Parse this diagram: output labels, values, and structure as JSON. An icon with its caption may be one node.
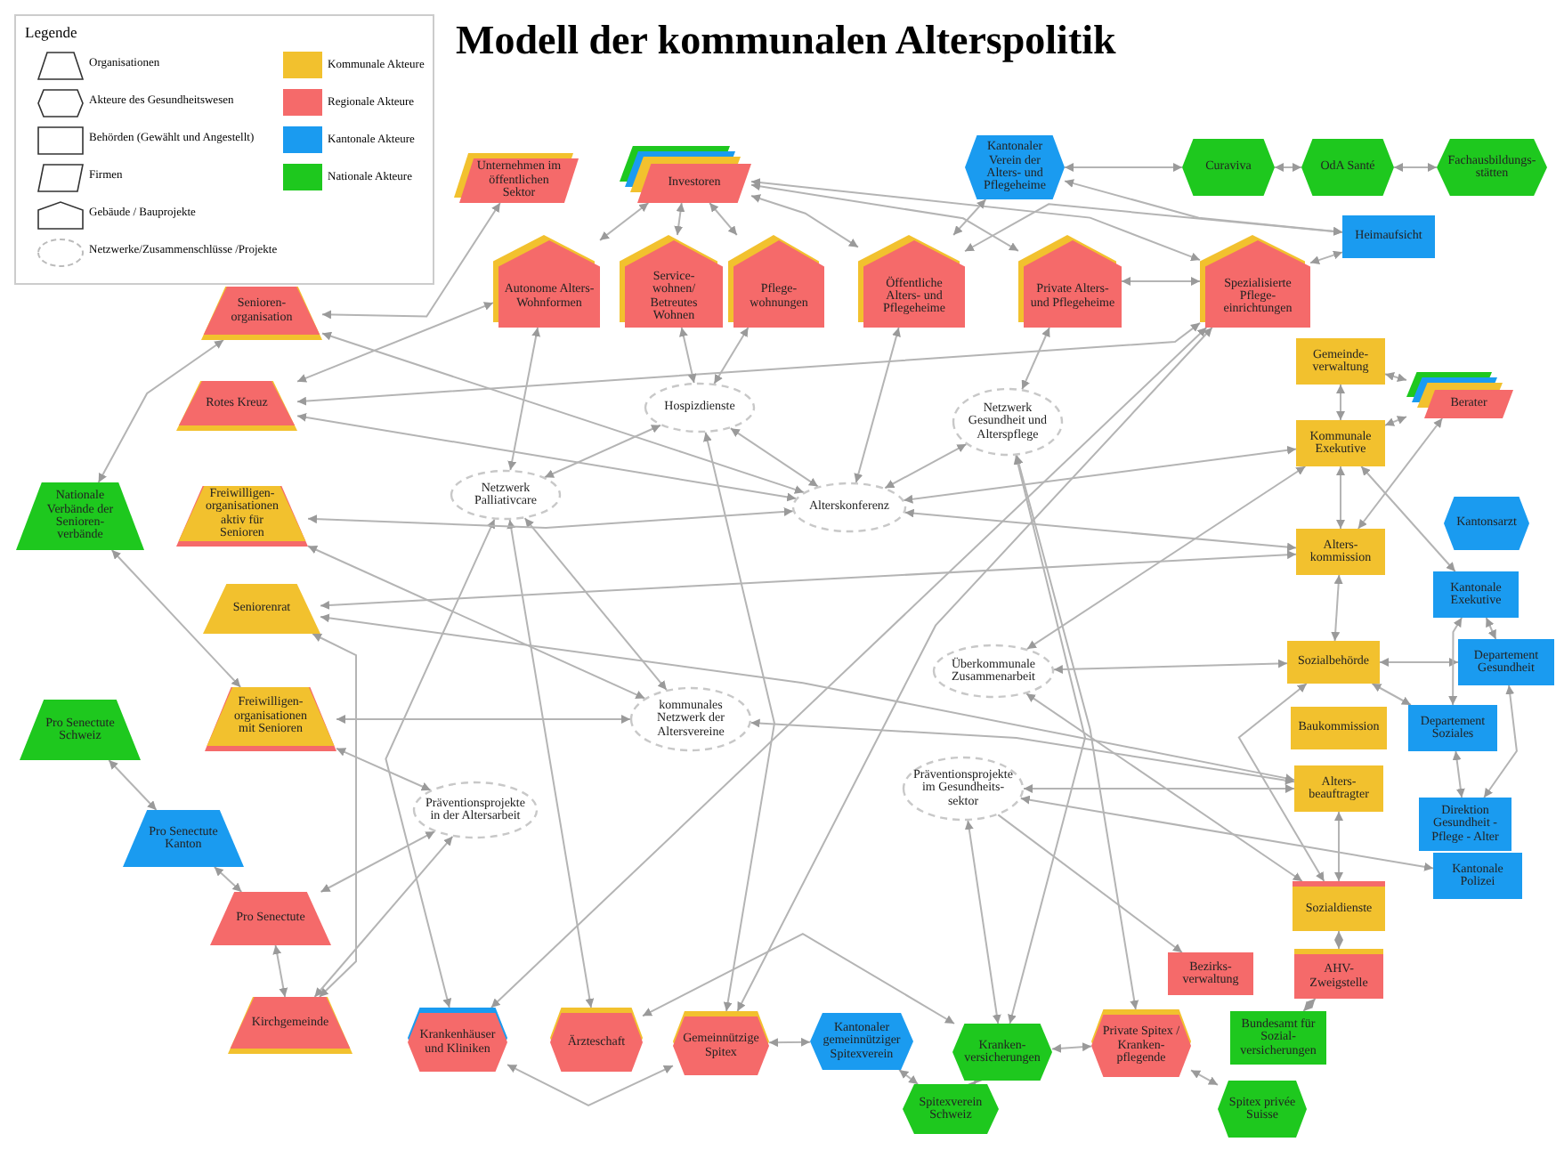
{
  "diagram": {
    "title": "Modell der kommunalen Alterspolitik",
    "nodes": [
      {
        "text": [
          "Unternehmen im öffentlichen Sektor"
        ]
      },
      {
        "text": [
          "Investoren"
        ]
      },
      {
        "text": [
          "Kantonaler Verein der Alters- und Pflegeheime"
        ]
      },
      {
        "text": [
          "Curaviva"
        ]
      },
      {
        "text": [
          "OdA Santé"
        ]
      },
      {
        "text": [
          "Fachausbildungs- stätten"
        ]
      },
      {
        "text": [
          "Heimaufsicht"
        ]
      },
      {
        "text": [
          "Autonome Alters- Wohnformen"
        ]
      },
      {
        "text": [
          "Service- wohnen/ Betreutes Wohnen"
        ]
      },
      {
        "text": [
          "Pflege- wohnungen"
        ]
      },
      {
        "text": [
          "Öffentliche Alters- und Pflegeheime"
        ]
      },
      {
        "text": [
          "Private Alters- und Pflegeheime"
        ]
      },
      {
        "text": [
          "Spezialisierte Pflege- einrichtungen"
        ]
      },
      {
        "text": [
          "Senioren- organisation"
        ]
      },
      {
        "text": [
          "Rotes Kreuz"
        ]
      },
      {
        "text": [
          "Hospizdienste"
        ]
      },
      {
        "text": [
          "Netzwerk Gesundheit und Alterspflege"
        ]
      },
      {
        "text": [
          "Gemeinde- verwaltung"
        ]
      },
      {
        "text": [
          "Berater"
        ]
      },
      {
        "text": [
          "Netzwerk Palliativcare"
        ]
      },
      {
        "text": [
          "Alterskonferenz"
        ]
      },
      {
        "text": [
          "Kommunale Exekutive"
        ]
      },
      {
        "text": [
          "Nationale Verbände der Senioren- verbände"
        ]
      },
      {
        "text": [
          "Freiwilligen- organisationen aktiv für Senioren"
        ]
      },
      {
        "text": [
          "Kantonsarzt"
        ]
      },
      {
        "text": [
          "Alters- kommission"
        ]
      },
      {
        "text": [
          "Kantonale Exekutive"
        ]
      },
      {
        "text": [
          "Seniorenrat"
        ]
      },
      {
        "text": [
          "Departement Gesundheit"
        ]
      },
      {
        "text": [
          "Überkommunale Zusammenarbeit"
        ]
      },
      {
        "text": [
          "Sozialbehörde"
        ]
      },
      {
        "text": [
          "kommunales Netzwerk der Altersvereine"
        ]
      },
      {
        "text": [
          "Pro Senectute Schweiz"
        ]
      },
      {
        "text": [
          "Freiwilligen- organisationen mit Senioren"
        ]
      },
      {
        "text": [
          "Departement Soziales"
        ]
      },
      {
        "text": [
          "Baukommission"
        ]
      },
      {
        "text": [
          "Alters- beauftragter"
        ]
      },
      {
        "text": [
          "Präventionsprojekte im Gesundheits- sektor"
        ]
      },
      {
        "text": [
          "Präventionsprojekte in der Altersarbeit"
        ]
      },
      {
        "text": [
          "Direktion Gesundheit - Pflege - Alter"
        ]
      },
      {
        "text": [
          "Pro Senectute Kanton"
        ]
      },
      {
        "text": [
          "Kantonale Polizei"
        ]
      },
      {
        "text": [
          "Pro Senectute"
        ]
      },
      {
        "text": [
          "Sozialdienste"
        ]
      },
      {
        "text": [
          "Bezirks- verwaltung"
        ]
      },
      {
        "text": [
          "AHV- Zweigstelle"
        ]
      },
      {
        "text": [
          "Kirchgemeinde"
        ]
      },
      {
        "text": [
          "Krankenhäuser und Kliniken"
        ]
      },
      {
        "text": [
          "Ärzteschaft"
        ]
      },
      {
        "text": [
          "Gemeinnützige Spitex"
        ]
      },
      {
        "text": [
          "Kantonaler gemeinnütziger Spitexverein"
        ]
      },
      {
        "text": [
          "Kranken- versicherungen"
        ]
      },
      {
        "text": [
          "Private Spitex / Kranken- pflegende"
        ]
      },
      {
        "text": [
          "Bundesamt für Sozial- versicherungen"
        ]
      },
      {
        "text": [
          "Spitexverein Schweiz"
        ]
      },
      {
        "text": [
          "Spitex privée Suisse"
        ]
      }
    ],
    "edges": [
      {
        "from": 13,
        "to": 0,
        "arrow": "both"
      },
      {
        "from": 1,
        "to": 7,
        "arrow": "both"
      },
      {
        "from": 1,
        "to": 8,
        "arrow": "both"
      },
      {
        "from": 1,
        "to": 9,
        "arrow": "both"
      },
      {
        "from": 1,
        "to": 10,
        "arrow": "both"
      },
      {
        "from": 1,
        "to": 11,
        "arrow": "both"
      },
      {
        "from": 1,
        "to": 12,
        "arrow": "both"
      },
      {
        "from": 10,
        "to": 2,
        "arrow": "both"
      },
      {
        "from": 2,
        "to": 3,
        "arrow": "both"
      },
      {
        "from": 3,
        "to": 4,
        "arrow": "both"
      },
      {
        "from": 4,
        "to": 5,
        "arrow": "both"
      },
      {
        "from": 2,
        "to": 6,
        "arrow": "both"
      },
      {
        "from": 6,
        "to": 12,
        "arrow": "both"
      },
      {
        "from": 6,
        "to": 10,
        "arrow": "both"
      },
      {
        "from": 11,
        "to": 12,
        "arrow": "both"
      },
      {
        "from": 13,
        "to": 22,
        "arrow": "both"
      },
      {
        "from": 22,
        "to": 33,
        "arrow": "both"
      },
      {
        "from": 32,
        "to": 40,
        "arrow": "both"
      },
      {
        "from": 40,
        "to": 42,
        "arrow": "both"
      },
      {
        "from": 42,
        "to": 46,
        "arrow": "both"
      },
      {
        "from": 27,
        "to": 46,
        "arrow": "both"
      },
      {
        "from": 17,
        "to": 21,
        "arrow": "both"
      },
      {
        "from": 21,
        "to": 25,
        "arrow": "both"
      },
      {
        "from": 21,
        "to": 18,
        "arrow": "both"
      },
      {
        "from": 17,
        "to": 18,
        "arrow": "both"
      },
      {
        "from": 25,
        "to": 18,
        "arrow": "both"
      },
      {
        "from": 30,
        "to": 28,
        "arrow": "both"
      },
      {
        "from": 30,
        "to": 34,
        "arrow": "both"
      },
      {
        "from": 26,
        "to": 28,
        "arrow": "both"
      },
      {
        "from": 26,
        "to": 34,
        "arrow": "both"
      },
      {
        "from": 34,
        "to": 39,
        "arrow": "both"
      },
      {
        "from": 28,
        "to": 39,
        "arrow": "both"
      },
      {
        "from": 43,
        "to": 45,
        "arrow": "both"
      },
      {
        "from": 45,
        "to": 53,
        "arrow": "both"
      },
      {
        "from": 51,
        "to": 52,
        "arrow": "both"
      },
      {
        "from": 52,
        "to": 55,
        "arrow": "both"
      },
      {
        "from": 51,
        "to": 54,
        "arrow": "both"
      },
      {
        "from": 49,
        "to": 50,
        "arrow": "both"
      },
      {
        "from": 50,
        "to": 54,
        "arrow": "both"
      },
      {
        "from": 15,
        "to": 19,
        "arrow": "both"
      },
      {
        "from": 15,
        "to": 20,
        "arrow": "both"
      },
      {
        "from": 16,
        "to": 20,
        "arrow": "both"
      },
      {
        "from": 19,
        "to": 31,
        "arrow": "both"
      },
      {
        "from": 15,
        "to": 49,
        "arrow": "both"
      },
      {
        "from": 19,
        "to": 47,
        "arrow": "both"
      },
      {
        "from": 19,
        "to": 48,
        "arrow": "both"
      },
      {
        "from": 20,
        "to": 25,
        "arrow": "both"
      },
      {
        "from": 20,
        "to": 21,
        "arrow": "both"
      },
      {
        "from": 20,
        "to": 14,
        "arrow": "both"
      },
      {
        "from": 16,
        "to": 51,
        "arrow": "both"
      },
      {
        "from": 16,
        "to": 52,
        "arrow": "both"
      },
      {
        "from": 29,
        "to": 30,
        "arrow": "both"
      },
      {
        "from": 29,
        "to": 21,
        "arrow": "both"
      },
      {
        "from": 29,
        "to": 43,
        "arrow": "both"
      },
      {
        "from": 37,
        "to": 36,
        "arrow": "both"
      },
      {
        "from": 37,
        "to": 41,
        "arrow": "both"
      },
      {
        "from": 37,
        "to": 44,
        "arrow": "to"
      },
      {
        "from": 37,
        "to": 51,
        "arrow": "both"
      },
      {
        "from": 31,
        "to": 33,
        "arrow": "both"
      },
      {
        "from": 31,
        "to": 36,
        "arrow": "both"
      },
      {
        "from": 38,
        "to": 33,
        "arrow": "both"
      },
      {
        "from": 38,
        "to": 42,
        "arrow": "both"
      },
      {
        "from": 38,
        "to": 46,
        "arrow": "both"
      },
      {
        "from": 23,
        "to": 20,
        "arrow": "both"
      },
      {
        "from": 23,
        "to": 31,
        "arrow": "both"
      },
      {
        "from": 27,
        "to": 25,
        "arrow": "both"
      },
      {
        "from": 27,
        "to": 36,
        "arrow": "both"
      },
      {
        "from": 14,
        "to": 12,
        "arrow": "both"
      },
      {
        "from": 14,
        "to": 7,
        "arrow": "both"
      },
      {
        "from": 13,
        "to": 20,
        "arrow": "both"
      },
      {
        "from": 10,
        "to": 20,
        "arrow": "both"
      },
      {
        "from": 12,
        "to": 49,
        "arrow": "both"
      },
      {
        "from": 12,
        "to": 47,
        "arrow": "both"
      },
      {
        "from": 11,
        "to": 16,
        "arrow": "both"
      },
      {
        "from": 9,
        "to": 15,
        "arrow": "both"
      },
      {
        "from": 8,
        "to": 15,
        "arrow": "both"
      },
      {
        "from": 7,
        "to": 19,
        "arrow": "both"
      },
      {
        "from": 36,
        "to": 43,
        "arrow": "both"
      },
      {
        "from": 30,
        "to": 43,
        "arrow": "both"
      },
      {
        "from": 25,
        "to": 30,
        "arrow": "both"
      },
      {
        "from": 48,
        "to": 51,
        "arrow": "both"
      },
      {
        "from": 47,
        "to": 49,
        "arrow": "both"
      },
      {
        "from": 21,
        "to": 26,
        "arrow": "both"
      }
    ],
    "labels": [
      "Legende"
    ],
    "legend": [
      {
        "text": "Organisationen"
      },
      {
        "text": "Akteure des Gesundheitswesen"
      },
      {
        "text": "Behörden (Gewählt und Angestellt)"
      },
      {
        "text": "Firmen"
      },
      {
        "text": "Gebäude / Bauprojekte"
      },
      {
        "text": "Netzwerke/Zusammenschlüsse /Projekte"
      },
      {
        "text": "Kommunale Akteure",
        "color": "#f2c12e"
      },
      {
        "text": "Regionale Akteure",
        "color": "#f56a6a"
      },
      {
        "text": "Kantonale Akteure",
        "color": "#1a9bf0"
      },
      {
        "text": "Nationale Akteure",
        "color": "#1ec81e"
      }
    ]
  }
}
